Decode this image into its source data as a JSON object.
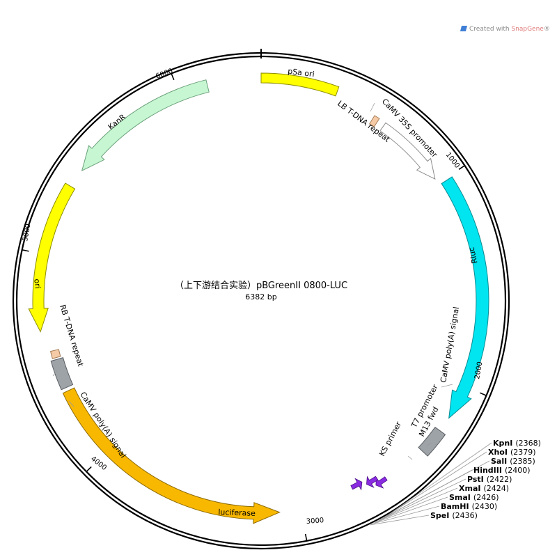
{
  "credit": {
    "prefix": "Created with ",
    "brand": "SnapGene",
    "mark": "®"
  },
  "plasmid": {
    "name": "（上下游结合实验）pBGreenII 0800-LUC",
    "length_label": "6382 bp",
    "length": 6382
  },
  "ticks": [
    {
      "bp": 1000,
      "label": "1000"
    },
    {
      "bp": 2000,
      "label": "2000"
    },
    {
      "bp": 3000,
      "label": "3000"
    },
    {
      "bp": 4000,
      "label": "4000"
    },
    {
      "bp": 5000,
      "label": "5000"
    },
    {
      "bp": 6000,
      "label": "6000"
    }
  ],
  "features": [
    {
      "id": "psa-ori",
      "label": "pSa ori",
      "color": "#ffff00",
      "stroke": "#8c8c00"
    },
    {
      "id": "lb-tdna",
      "label": "LB T-DNA repeat",
      "color": "#f5cba7",
      "stroke": "#a37a55"
    },
    {
      "id": "camv35s",
      "label": "CaMV 35S promoter",
      "color": "#ffffff",
      "stroke": "#8c8c8c"
    },
    {
      "id": "rluc",
      "label": "Rluc",
      "color": "#00e5f0",
      "stroke": "#0a8a91"
    },
    {
      "id": "polya-1",
      "label": "CaMV poly(A) signal",
      "color": "#9ea3a8",
      "stroke": "#5a5e62"
    },
    {
      "id": "t7-promoter",
      "label": "T7 promoter",
      "color": "#8a2be2",
      "stroke": "#4b0f86"
    },
    {
      "id": "m13-fwd",
      "label": "M13 fwd",
      "color": "#8a2be2",
      "stroke": "#4b0f86"
    },
    {
      "id": "ks-primer",
      "label": "KS primer",
      "color": "#8a2be2",
      "stroke": "#4b0f86"
    },
    {
      "id": "luciferase",
      "label": "luciferase",
      "color": "#f9b800",
      "stroke": "#8c6a00"
    },
    {
      "id": "polya-2",
      "label": "CaMV poly(A) signal",
      "color": "#9ea3a8",
      "stroke": "#5a5e62"
    },
    {
      "id": "rb-tdna",
      "label": "RB T-DNA repeat",
      "color": "#f5cba7",
      "stroke": "#a37a55"
    },
    {
      "id": "ori",
      "label": "ori",
      "color": "#ffff00",
      "stroke": "#8c8c00"
    },
    {
      "id": "kanr",
      "label": "KanR",
      "color": "#c7f7d2",
      "stroke": "#6aa07a"
    }
  ],
  "sites": [
    {
      "name": "KpnI",
      "pos": "(2368)"
    },
    {
      "name": "XhoI",
      "pos": "(2379)"
    },
    {
      "name": "SalI",
      "pos": "(2385)"
    },
    {
      "name": "HindIII",
      "pos": "(2400)"
    },
    {
      "name": "PstI",
      "pos": "(2422)"
    },
    {
      "name": "XmaI",
      "pos": "(2424)"
    },
    {
      "name": "SmaI",
      "pos": "(2426)"
    },
    {
      "name": "BamHI",
      "pos": "(2430)"
    },
    {
      "name": "SpeI",
      "pos": "(2436)"
    }
  ]
}
